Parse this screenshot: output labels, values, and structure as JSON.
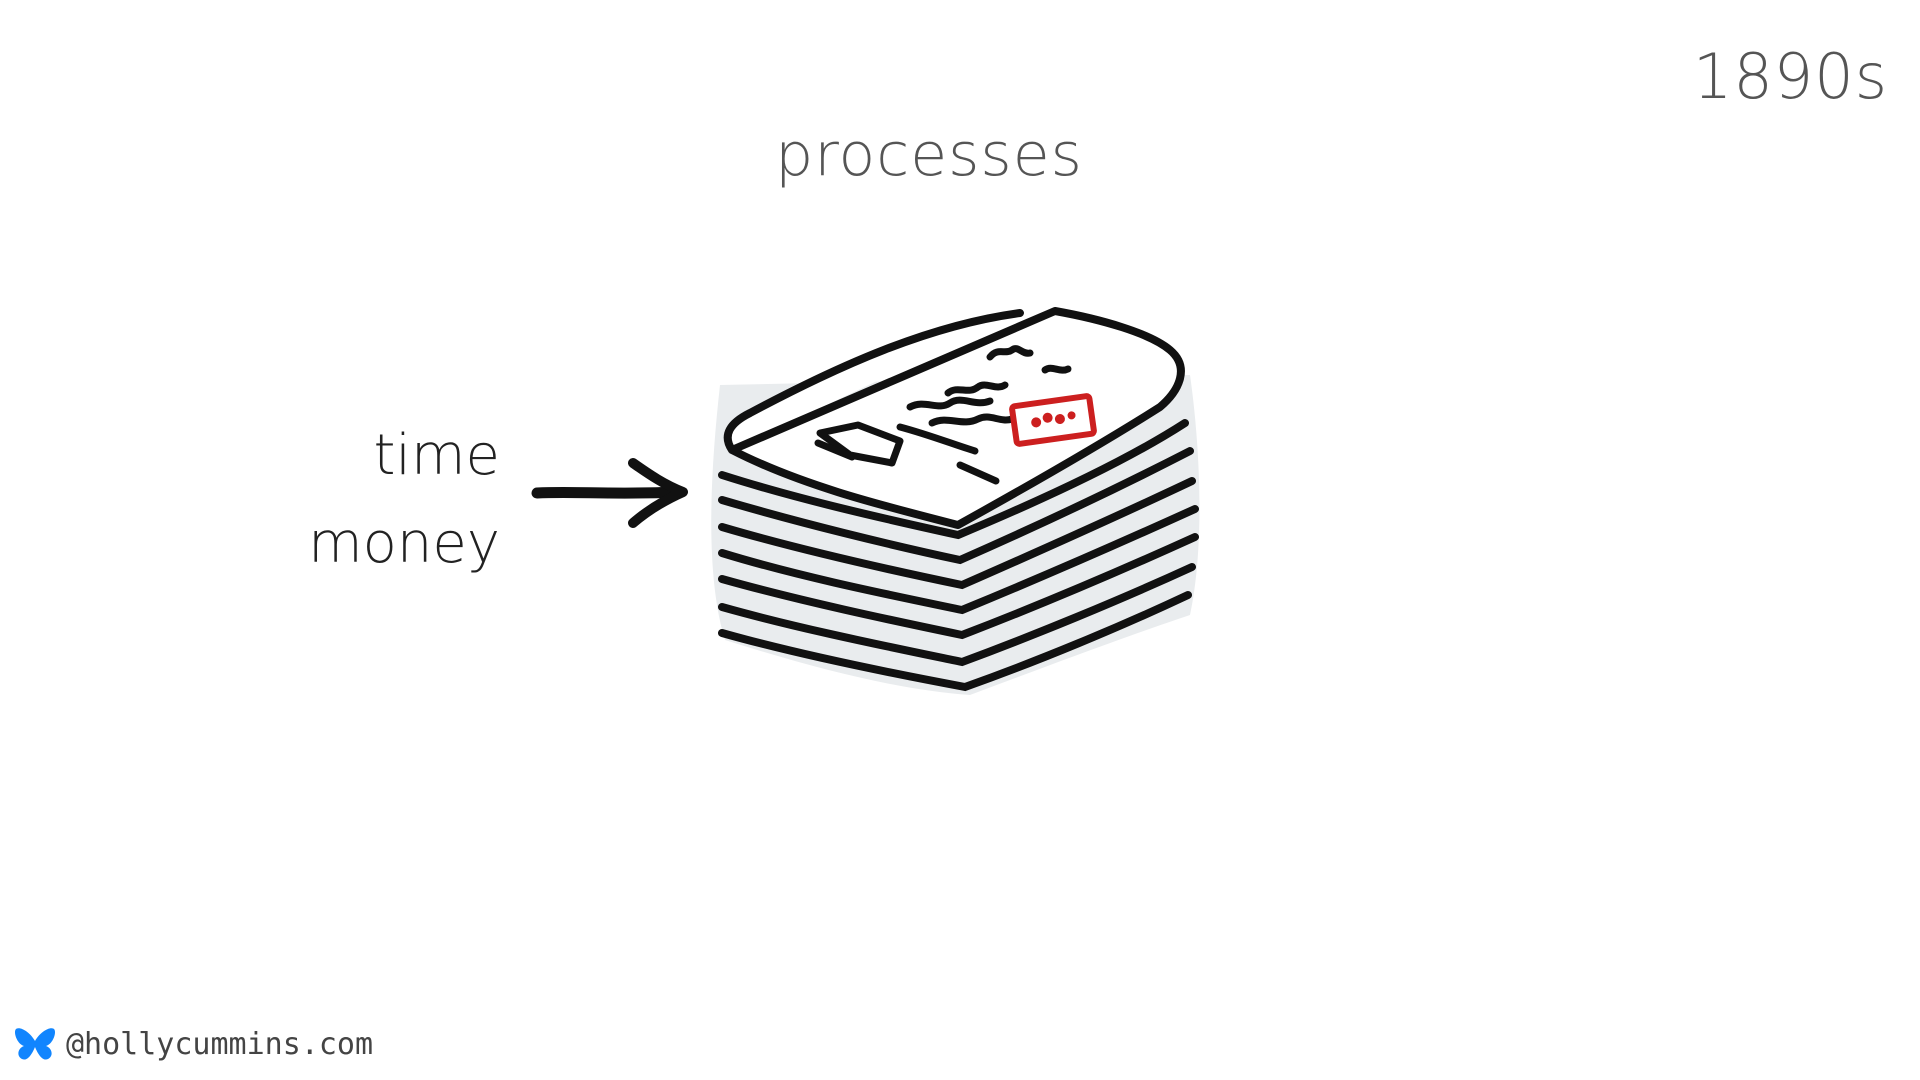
{
  "slide": {
    "year": "1890s",
    "title": "processes",
    "labels": [
      "time",
      "money"
    ]
  },
  "footer": {
    "handle": "@hollycummins.com",
    "icon": "butterfly-icon"
  },
  "colors": {
    "text": "#555555",
    "label": "#222222",
    "stamp": "#cc1f1f",
    "butterfly": "#1185fe"
  }
}
